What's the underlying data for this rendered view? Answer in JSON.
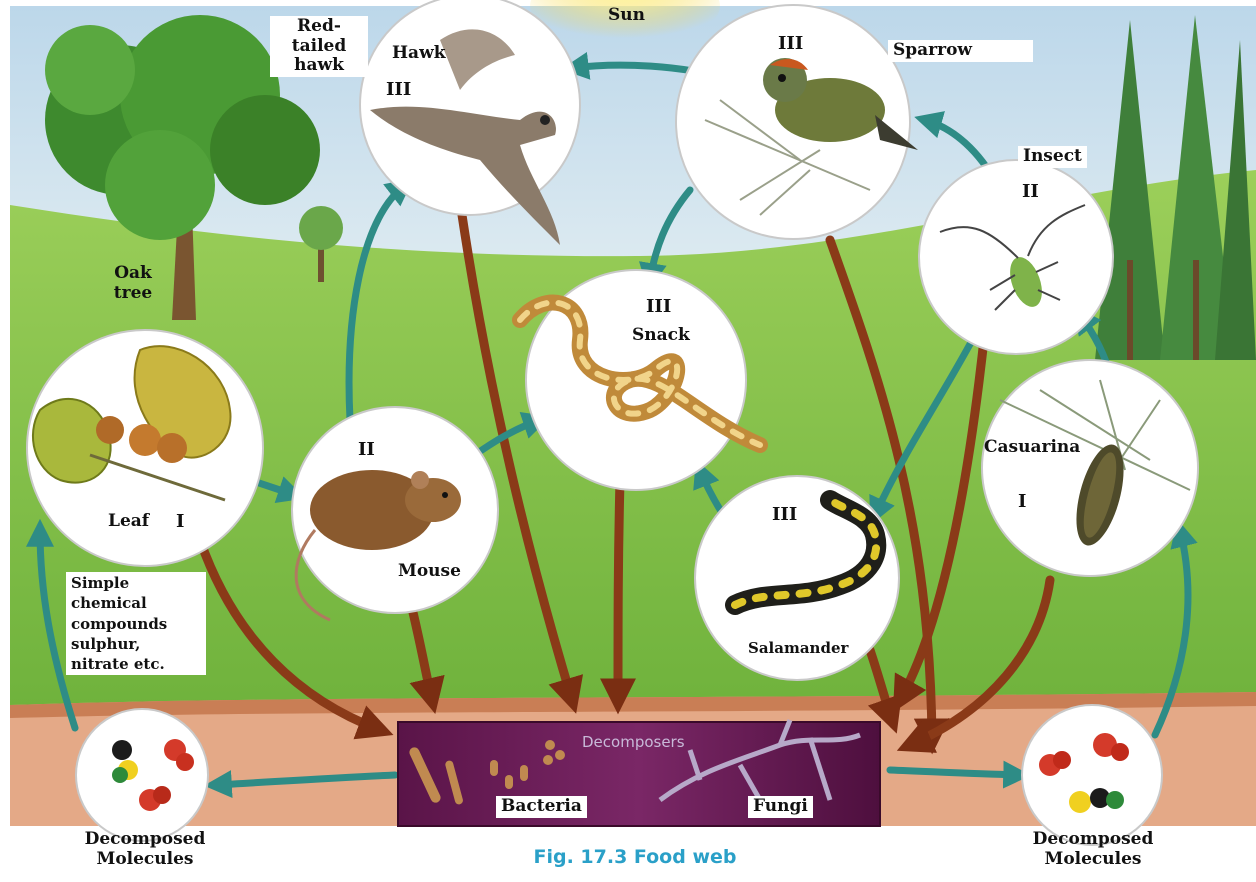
{
  "title_sun": "Sun",
  "caption": "Fig. 17.3 Food web",
  "colors": {
    "sky": "#cfe3ef",
    "grass": "#86c24a",
    "soil": "#e8b08e",
    "decomposer_box": "#6b1e5a",
    "arrow_teal": "#2e8c86",
    "arrow_brown": "#8a3a18",
    "caption": "#2aa0c8"
  },
  "organisms": {
    "hawk": {
      "name": "Hawk",
      "level": "III",
      "tag": "Red-tailed hawk",
      "icon": "hawk-icon"
    },
    "sparrow": {
      "name": "Sparrow",
      "level": "III",
      "icon": "sparrow-icon"
    },
    "insect": {
      "name": "Insect",
      "level": "II",
      "icon": "insect-icon"
    },
    "snake": {
      "name": "Snack",
      "level": "III",
      "icon": "snake-icon"
    },
    "mouse": {
      "name": "Mouse",
      "level": "II",
      "icon": "mouse-icon"
    },
    "leaf": {
      "name": "Leaf",
      "level": "I",
      "icon": "oak-leaf-icon"
    },
    "oak_tree": {
      "name": "Oak tree",
      "icon": "oak-tree-icon"
    },
    "casuarina": {
      "name": "Casuarina",
      "level": "I",
      "icon": "casuarina-icon"
    },
    "salamander": {
      "name": "Salamander",
      "level": "III",
      "icon": "salamander-icon"
    }
  },
  "simple_compounds": "Simple chemical compounds sulphur, nitrate etc.",
  "decomposers": {
    "label": "Decomposers",
    "bacteria": "Bacteria",
    "fungi": "Fungi"
  },
  "decomposed_left": "Decomposed Molecules",
  "decomposed_right": "Decomposed Molecules",
  "links": [
    [
      "Leaf",
      "Mouse"
    ],
    [
      "Mouse",
      "Hawk"
    ],
    [
      "Mouse",
      "Snack"
    ],
    [
      "Sparrow",
      "Hawk"
    ],
    [
      "Sparrow",
      "Snack"
    ],
    [
      "Insect",
      "Sparrow"
    ],
    [
      "Insect",
      "Salamander"
    ],
    [
      "Casuarina",
      "Insect"
    ],
    [
      "Salamander",
      "Snack"
    ],
    [
      "Decomposers",
      "Decomposed Molecules"
    ],
    [
      "Decomposed Molecules",
      "Leaf"
    ],
    [
      "Decomposed Molecules",
      "Casuarina"
    ]
  ]
}
